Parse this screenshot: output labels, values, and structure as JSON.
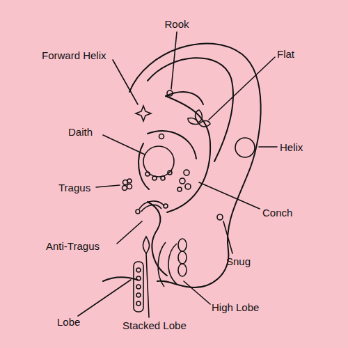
{
  "diagram": {
    "labels": [
      "Rook",
      "Forward Helix",
      "Flat",
      "Daith",
      "Helix",
      "Tragus",
      "Conch",
      "Anti-Tragus",
      "Snug",
      "High Lobe",
      "Lobe",
      "Stacked Lobe"
    ]
  }
}
